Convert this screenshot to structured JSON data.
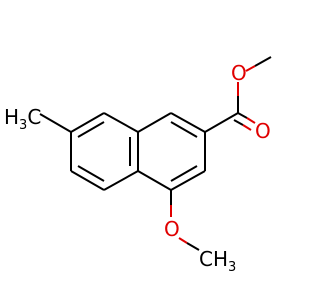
{
  "molecule": {
    "colors": {
      "carbon": "#000000",
      "oxygen": "#e00000"
    },
    "labels": {
      "methyl_left_main": "H",
      "methyl_left_sub": "3",
      "methyl_left_tail": "C",
      "ester_o_single": "O",
      "ester_o_double": "O",
      "methoxy_o": "O",
      "methoxy_ch_main": "CH",
      "methoxy_ch_sub": "3"
    }
  }
}
